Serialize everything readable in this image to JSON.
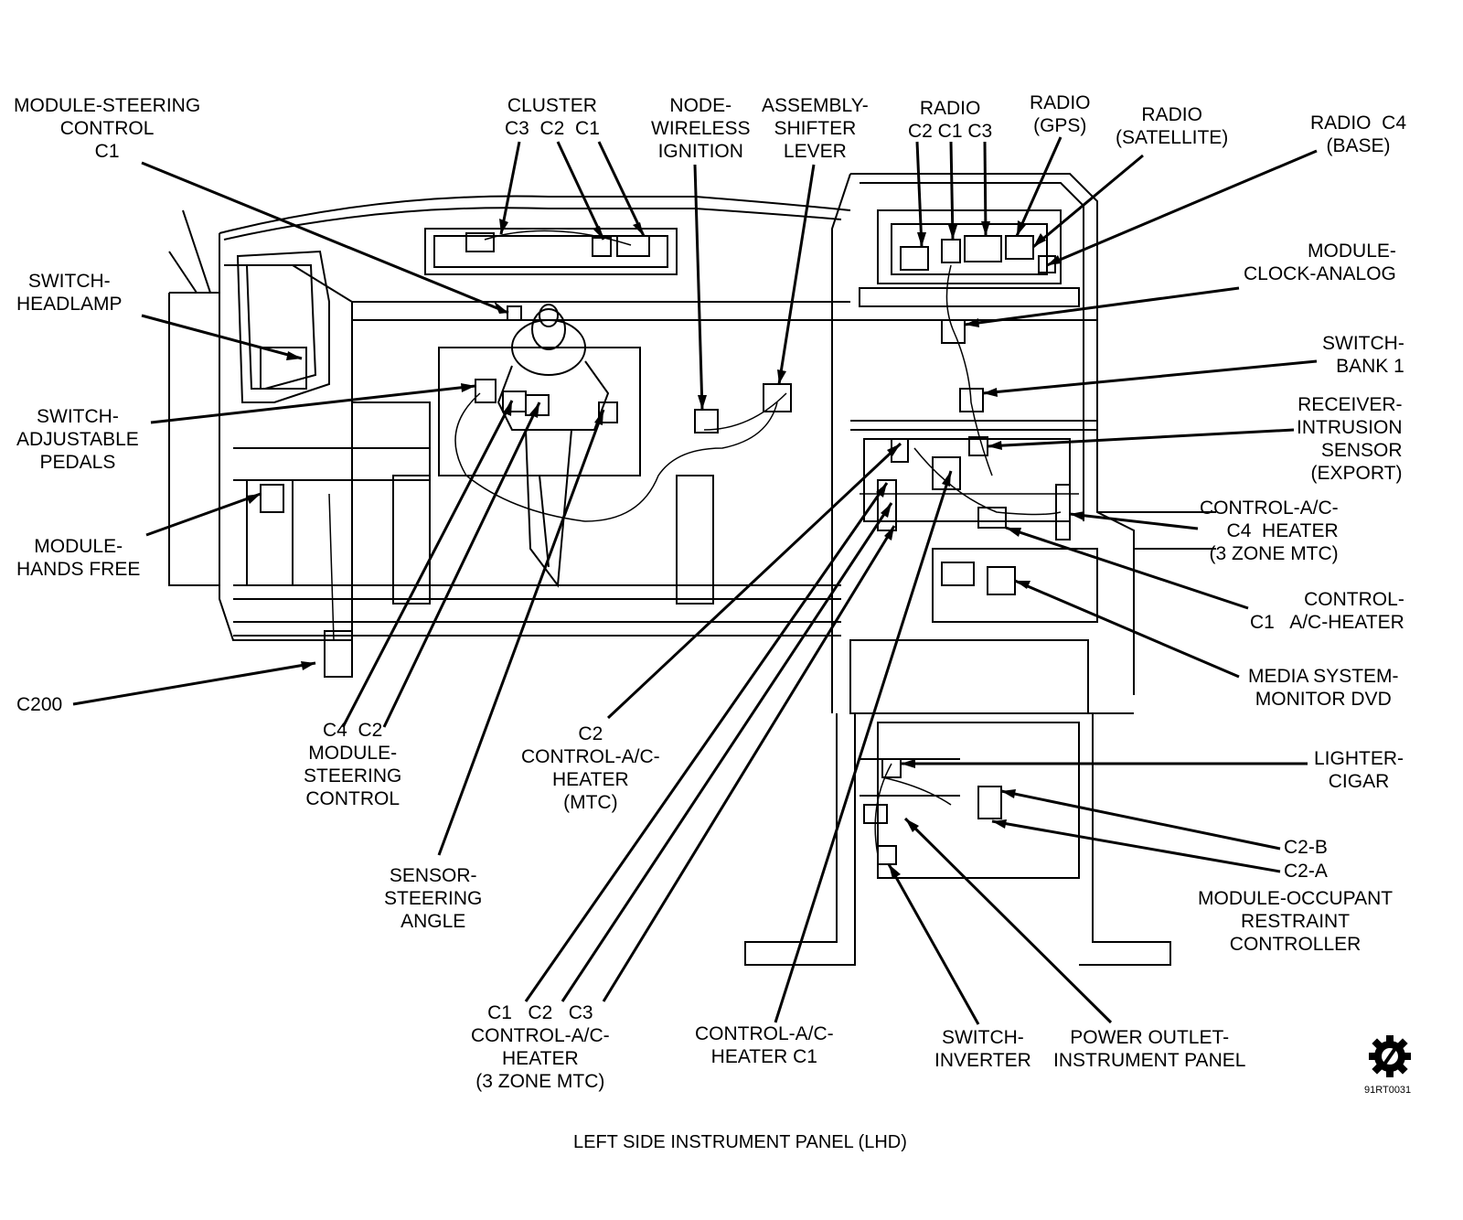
{
  "labels": {
    "module_steering_control_c1": "MODULE-STEERING\nCONTROL\nC1",
    "cluster": "CLUSTER\nC3  C2  C1",
    "node_wireless_ignition": "NODE-\nWIRELESS\nIGNITION",
    "assembly_shifter_lever": "ASSEMBLY-\nSHIFTER\nLEVER",
    "radio_c2_c1_c3": "RADIO\nC2 C1 C3",
    "radio_gps": "RADIO\n(GPS)",
    "radio_satellite": "RADIO\n(SATELLITE)",
    "radio_c4_base": "RADIO  C4\n(BASE)",
    "module_clock_analog": "MODULE-\nCLOCK-ANALOG",
    "switch_bank_1": "SWITCH-\nBANK 1",
    "receiver_intrusion_sensor": "RECEIVER-\nINTRUSION\nSENSOR\n(EXPORT)",
    "control_ac_heater_c4": "CONTROL-A/C-\nC4  HEATER\n(3 ZONE MTC)",
    "control_ac_heater_c1_right": "CONTROL-\nC1   A/C-HEATER",
    "media_system_monitor_dvd": "MEDIA SYSTEM-\nMONITOR DVD",
    "lighter_cigar": "LIGHTER-\nCIGAR",
    "c2_b": "C2-B",
    "c2_a": "C2-A",
    "module_occupant_restraint": "MODULE-OCCUPANT\nRESTRAINT\nCONTROLLER",
    "switch_headlamp": "SWITCH-\nHEADLAMP",
    "switch_adjustable_pedals": "SWITCH-\nADJUSTABLE\nPEDALS",
    "module_hands_free": "MODULE-\nHANDS FREE",
    "c200": "C200",
    "module_steering_control_c4_c2": "C4  C2\nMODULE-\nSTEERING\nCONTROL",
    "sensor_steering_angle": "SENSOR-\nSTEERING\nANGLE",
    "control_ac_heater_mtc_c2": "C2\nCONTROL-A/C-\nHEATER\n(MTC)",
    "control_ac_heater_3zone_c1_c2_c3": "C1   C2   C3\nCONTROL-A/C-\nHEATER\n(3 ZONE MTC)",
    "control_ac_heater_c1_bottom": "CONTROL-A/C-\nHEATER C1",
    "switch_inverter": "SWITCH-\nINVERTER",
    "power_outlet_instrument_panel": "POWER OUTLET-\nINSTRUMENT PANEL",
    "figure_code": "91RT0031",
    "caption": "LEFT SIDE INSTRUMENT PANEL (LHD)"
  },
  "icons": {
    "logo": "gear-slash-logo-icon"
  },
  "colors": {
    "ink": "#000000",
    "paper": "#ffffff"
  }
}
